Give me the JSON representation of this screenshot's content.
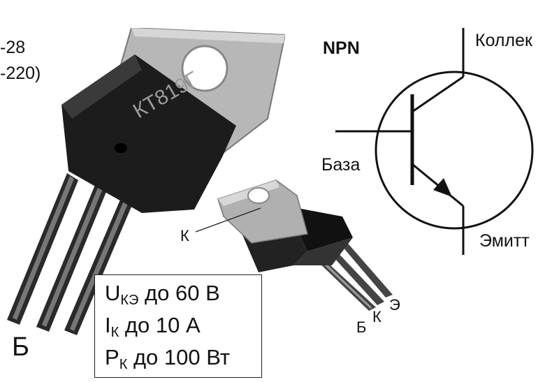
{
  "top_left": {
    "line1": "-28",
    "line2": "-220)"
  },
  "big_transistor": {
    "marking": "КТ819Г",
    "pin_label": "Б"
  },
  "small_transistor": {
    "label_k_arrow": "К",
    "pin_b": "Б",
    "pin_k": "К",
    "pin_e": "Э"
  },
  "symbol": {
    "type_label": "NPN",
    "collector": "Коллек",
    "base": "База",
    "emitter": "Эмитт"
  },
  "specs": [
    {
      "symbol": "U",
      "subscript": "КЭ",
      "text": "до 60 В"
    },
    {
      "symbol": "I",
      "subscript": "К",
      "text": "до 10 А"
    },
    {
      "symbol": "P",
      "subscript": "К",
      "text": "до 100 Вт"
    }
  ],
  "colors": {
    "ink": "#111111",
    "tab_metal": "#b7b7b7",
    "body": "#1c1c1c"
  }
}
